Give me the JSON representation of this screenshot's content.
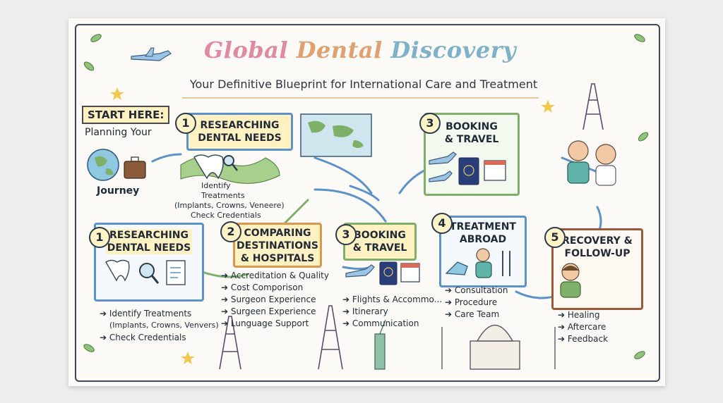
{
  "title": {
    "word1": "Global",
    "word2": "Dental",
    "word3": "Discovery"
  },
  "subtitle": "Your Definitive Blueprint for International Care and Treatment",
  "start": {
    "label": "START HERE:",
    "line1": "Planning Your",
    "line2": "Journey"
  },
  "step1_top": {
    "number": "1",
    "title_line1": "RESEARCHING",
    "title_line2": "DENTAL NEEDS",
    "notes": [
      "Identify",
      "Treatments",
      "(Implants, Crowns, Veneere)",
      "Check Credentials"
    ]
  },
  "step1_left": {
    "number": "1",
    "title_line1": "RESEARCHING",
    "title_line2": "DENTAL NEEDS",
    "bullets": [
      "Identify Treatments",
      "(Implants, Crowns, Venvers)",
      "Check Credentials"
    ]
  },
  "step2": {
    "number": "2",
    "title_line1": "COMPARING",
    "title_line2": "DESTINATIONS",
    "title_line3": "& HOSPITALS",
    "bullets": [
      "Accreditation & Quality",
      "Cost Comporison",
      "Surgeon Experience",
      "Surgeen Experience",
      "Lunguage Support"
    ]
  },
  "step3_mid": {
    "number": "3",
    "title_line1": "BOOKING",
    "title_line2": "& TRAVEL",
    "bullets": [
      "Flights & Accommo...",
      "Itinerary",
      "Communication"
    ]
  },
  "step3_top": {
    "number": "3",
    "title_line1": "BOOKING",
    "title_line2": "& TRAVEL"
  },
  "step4": {
    "number": "4",
    "title_line1": "TREATMENT",
    "title_line2": "ABROAD",
    "bullets": [
      "Consultation",
      "Procedure",
      "Care Team"
    ]
  },
  "step5": {
    "number": "5",
    "title_line1": "RECOVERY &",
    "title_line2": "FOLLOW-UP",
    "bullets": [
      "Healing",
      "Aftercare",
      "Feedback"
    ]
  },
  "colors": {
    "blue": "#5c92c9",
    "green": "#7fb069",
    "orange": "#d9984a",
    "brown": "#9a5a3a"
  }
}
